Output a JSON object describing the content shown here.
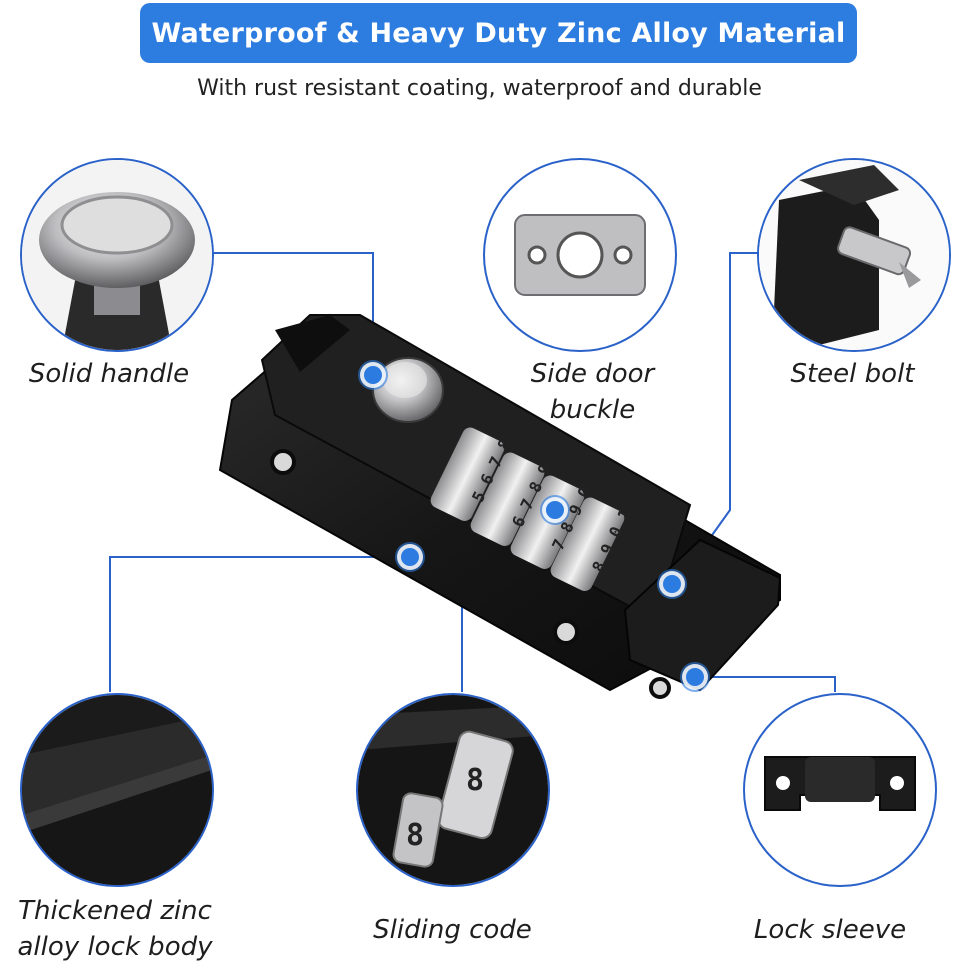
{
  "header": {
    "title": "Waterproof & Heavy Duty Zinc Alloy Material",
    "subtitle": "With rust resistant coating, waterproof and durable"
  },
  "features": [
    {
      "id": "handle",
      "label": "Solid handle"
    },
    {
      "id": "buckle",
      "label": "Side door buckle"
    },
    {
      "id": "bolt",
      "label": "Steel bolt"
    },
    {
      "id": "body",
      "label": "Thickened zinc alloy lock body"
    },
    {
      "id": "code",
      "label": "Sliding code"
    },
    {
      "id": "sleeve",
      "label": "Lock sleeve"
    }
  ],
  "dials": [
    [
      "5",
      "6",
      "7",
      "8"
    ],
    [
      "6",
      "7",
      "8",
      "9"
    ],
    [
      "7",
      "8",
      "9",
      "0"
    ],
    [
      "8",
      "9",
      "0",
      "1"
    ]
  ],
  "colors": {
    "accent": "#2d7de0",
    "circle_border": "#2a62c9",
    "lock_body": "#1b1b1b",
    "chrome": "#c9c9cc"
  }
}
